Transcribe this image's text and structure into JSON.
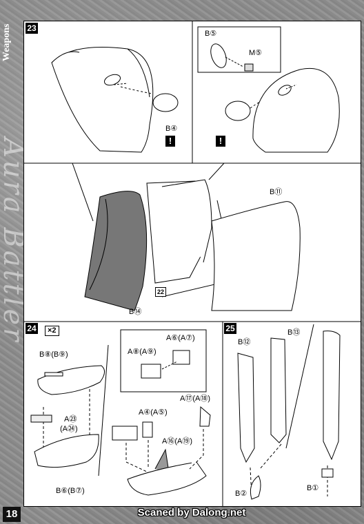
{
  "sidebar": {
    "section_label": "Weapons",
    "series_title": "Aura Battler",
    "page_number": "18"
  },
  "footer": {
    "credit": "Scaned by Dalong.net"
  },
  "steps": {
    "s23": {
      "number": "23",
      "parts": {
        "b4": "B④",
        "b5": "B⑤",
        "m5": "M⑤",
        "b11": "B⑪",
        "b14": "B⑭",
        "ref22": "22"
      },
      "warning": "!"
    },
    "s24": {
      "number": "24",
      "multiplier": "×2",
      "parts": {
        "b8": "B⑧(B⑨)",
        "a23": "A㉓",
        "a24": "(A㉔)",
        "b6": "B⑥(B⑦)",
        "a6": "A⑥(A⑦)",
        "a8": "A⑧(A⑨)",
        "a17": "A⑰(A⑱)",
        "a4": "A④(A⑤)",
        "a16": "A⑯(A⑲)"
      }
    },
    "s25": {
      "number": "25",
      "parts": {
        "b12": "B⑫",
        "b13": "B⑬",
        "b2": "B②",
        "b1": "B①"
      }
    }
  }
}
